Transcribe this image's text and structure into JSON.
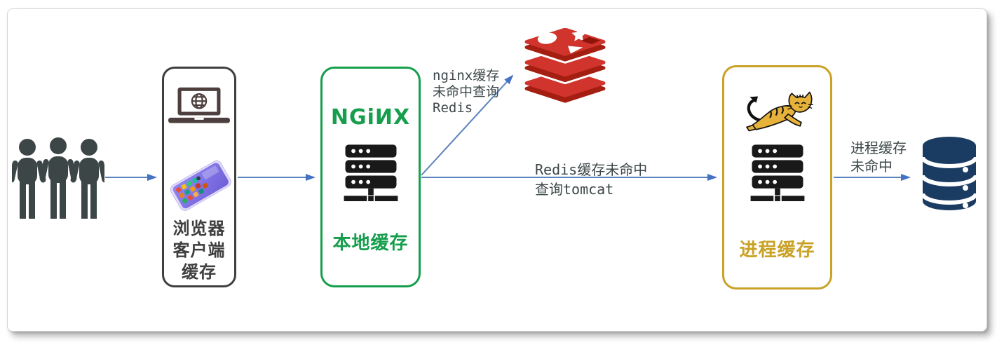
{
  "nodes": {
    "browser": {
      "caption": [
        "浏览器",
        "客户端",
        "缓存"
      ]
    },
    "nginx": {
      "logo_text": "NGiИX",
      "caption": "本地缓存"
    },
    "tomcat": {
      "caption": "进程缓存"
    }
  },
  "edges": {
    "nginx_to_redis": {
      "label": [
        "nginx缓存",
        "未命中查询",
        "Redis"
      ]
    },
    "nginx_to_tomcat": {
      "label": [
        "Redis缓存未命中",
        "查询tomcat"
      ]
    },
    "tomcat_to_database": {
      "label": [
        "进程缓存",
        "未命中"
      ]
    }
  },
  "icons": {
    "users": "three-users-icon",
    "laptop": "laptop-globe-icon",
    "phone": "smartphone-icon",
    "server": "server-rack-icon",
    "redis": "redis-logo-icon",
    "tomcat": "tomcat-cat-logo-icon",
    "database": "database-cylinder-icon"
  },
  "colors": {
    "arrow_line": "#5b83bd",
    "arrow_head": "#4472c4",
    "nginx_green": "#169e4d",
    "tomcat_gold": "#c9a227",
    "redis_red": "#d0342c",
    "redis_dark": "#a41e11",
    "database_navy": "#1b3c62",
    "box_border_dark": "#3f3f3f",
    "text_dark": "#3d474a"
  }
}
